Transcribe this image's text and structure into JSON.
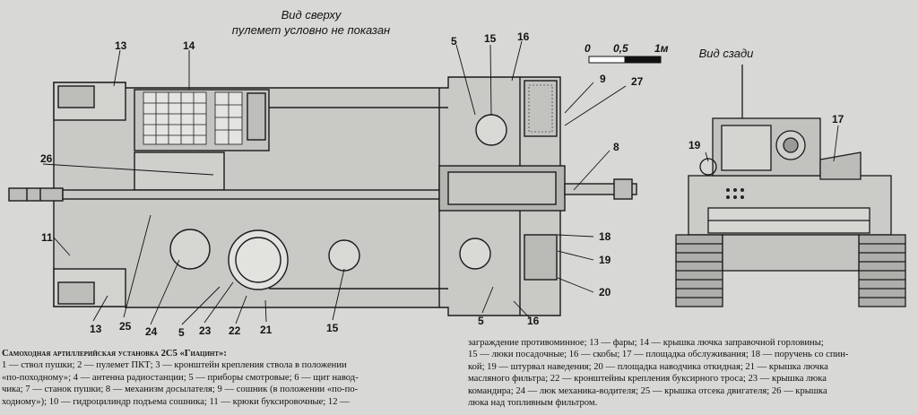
{
  "views": {
    "top_title": "Вид сверху",
    "top_note": "пулемет условно не показан",
    "rear_title": "Вид сзади"
  },
  "scale": {
    "zero": "0",
    "half": "0,5",
    "one": "1м"
  },
  "callouts": [
    "13",
    "14",
    "5",
    "15",
    "16",
    "9",
    "27",
    "26",
    "8",
    "11",
    "18",
    "19",
    "20",
    "13",
    "25",
    "24",
    "5",
    "23",
    "22",
    "21",
    "15",
    "5",
    "16",
    "19",
    "17"
  ],
  "caption": {
    "title": "Самоходная артиллерийская установка 2С5 «Гиацинт»:",
    "left_lines": [
      "1 — ствол пушки; 2 — пулемет ПКТ; 3 — кронштейн крепления ствола в положении",
      "«по-походному»; 4 — антенна радиостанции; 5 — приборы смотровые; 6 — щит навод-",
      "чика; 7 — станок пушки; 8 — механизм досылателя; 9 — сошник (в положении «по-по-",
      "ходному»); 10 — гидроцилиндр подъема сошника; 11 — крюки буксировочные; 12 —"
    ],
    "right_lines": [
      "заграждение противоминное; 13 — фары; 14 — крышка лючка заправочной горловины;",
      "15 — люки посадочные; 16 — скобы; 17 — площадка обслуживания; 18 — поручень со спин-",
      "кой; 19 — штурвал наведения; 20 — площадка наводчика откидная; 21 — крышка лючка",
      "масляного фильтра; 22 — кронштейны крепления буксирного троса; 23 — крышка люка",
      "командира; 24 — люк механика-водителя; 25 — крышка отсека двигателя; 26 — крышка",
      "люка над топливным фильтром."
    ]
  }
}
